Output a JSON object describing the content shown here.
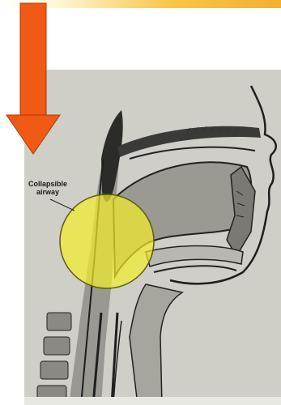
{
  "diagram": {
    "label_line1": "Collapsible",
    "label_line2": "airway",
    "colors": {
      "arrow": "#f05a14",
      "highlight": "#f2ee2a",
      "paper": "#cfcfc8",
      "ink": "#1e1e1e"
    },
    "icons": [
      "down-arrow-icon",
      "highlight-circle"
    ]
  }
}
